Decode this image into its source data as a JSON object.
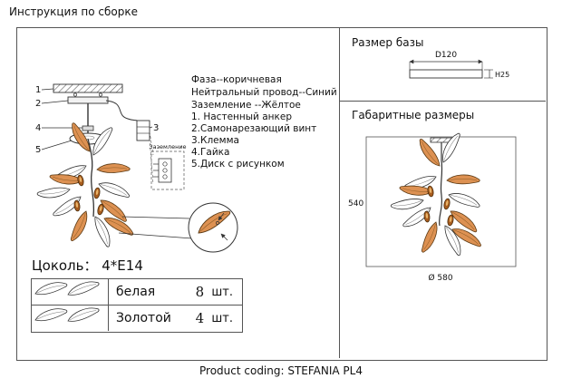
{
  "page": {
    "title": "Инструкция по сборке",
    "footer": "Product coding: STEFANIA PL4"
  },
  "assembly": {
    "wiring": [
      "Фаза--коричневая",
      "Нейтральный провод--Синий",
      "Заземление --Жёлтое"
    ],
    "parts": [
      "1. Настенный анкер",
      "2.Самонарезающий винт",
      "3.Клемма",
      "4.Гайка",
      "5.Диск с рисунком"
    ],
    "callouts": {
      "c1": "1",
      "c2": "2",
      "c3": "3",
      "c4": "4",
      "c5": "5"
    },
    "ground_label": "Заземление",
    "socket_label": "Цоколь： 4*E14",
    "leaf_rows": [
      {
        "name": "белая",
        "qty": "8",
        "unit": "шт."
      },
      {
        "name": "Золотой",
        "qty": "4",
        "unit": "шт."
      }
    ]
  },
  "base_size": {
    "title": "Размер базы",
    "diameter": "D120",
    "height": "H25"
  },
  "overall": {
    "title": "Габаритные размеры",
    "height": "540",
    "diameter": "Ø 580"
  },
  "colors": {
    "leaf_orange": "#dd9152",
    "line": "#333333"
  }
}
